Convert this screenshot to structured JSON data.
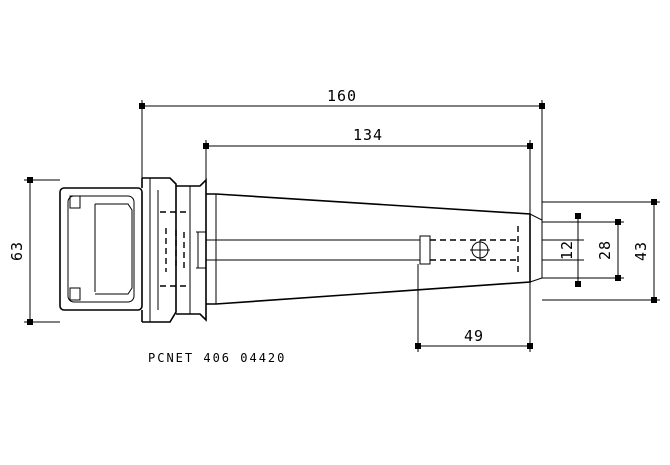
{
  "drawing": {
    "dimensions": {
      "overall_length": "160",
      "shank_length": "134",
      "tip_length": "49",
      "flange_diameter": "63",
      "bore_small": "12",
      "bore_mid": "28",
      "tip_diameter": "43"
    },
    "part_label": "PCNET 406 04420"
  }
}
